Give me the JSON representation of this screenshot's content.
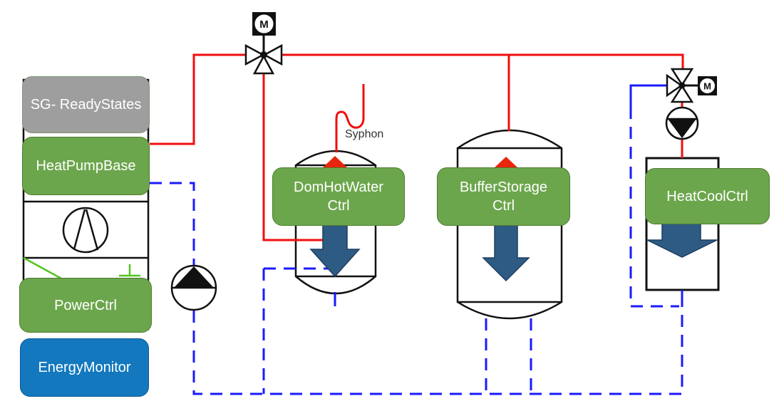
{
  "labels": {
    "syphon": "Syphon",
    "motor_top": "M",
    "motor_right": "M"
  },
  "modules": {
    "sg_ready_states": {
      "label": "SG- ReadyStates"
    },
    "heat_pump_base": {
      "label": "HeatPumpBase"
    },
    "power_ctrl": {
      "label": "PowerCtrl"
    },
    "energy_monitor": {
      "label": "EnergyMonitor"
    },
    "dom_hot_water_ctrl": {
      "line1": "DomHotWater",
      "line2": "Ctrl"
    },
    "buffer_storage_ctrl": {
      "line1": "BufferStorage",
      "line2": "Ctrl"
    },
    "heat_cool_ctrl": {
      "label": "HeatCoolCtrl"
    }
  },
  "colors": {
    "supply_pipe_red": "#f20d0d",
    "return_pipe_blue": "#1a1aff",
    "module_green": "#6ca64c",
    "module_gray": "#9e9e9e",
    "module_blue": "#1378be",
    "flow_arrow_dark_blue": "#2e5b83",
    "signal_wire_green": "#52c41f",
    "tank_outline_black": "#111111"
  }
}
